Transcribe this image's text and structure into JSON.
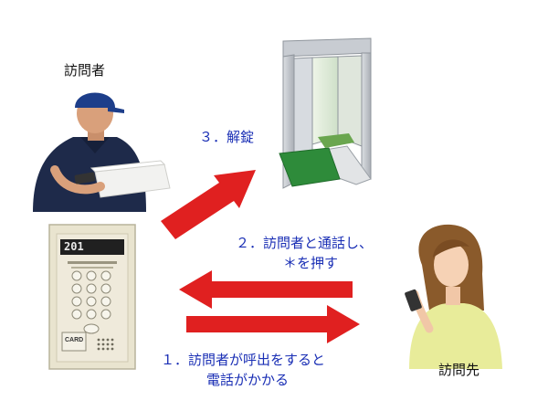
{
  "labels": {
    "visitor": "訪問者",
    "destination": "訪問先",
    "step3": "３．解錠",
    "step2_line1": "２．訪問者と通話し、",
    "step2_line2": "＊を押す",
    "step1_line1": "１．訪問者が呼出をすると",
    "step1_line2": "電話がかかる"
  },
  "panel": {
    "display_text": "201",
    "card_label": "CARD"
  },
  "colors": {
    "arrow": "#e02020",
    "step_text": "#1a2fb5",
    "label_text": "#111111",
    "door_mat": "#2e8b3a",
    "panel_body": "#e9e4cf"
  },
  "icons": [
    "delivery-person-icon",
    "intercom-panel-icon",
    "auto-door-icon",
    "phone-user-icon"
  ]
}
